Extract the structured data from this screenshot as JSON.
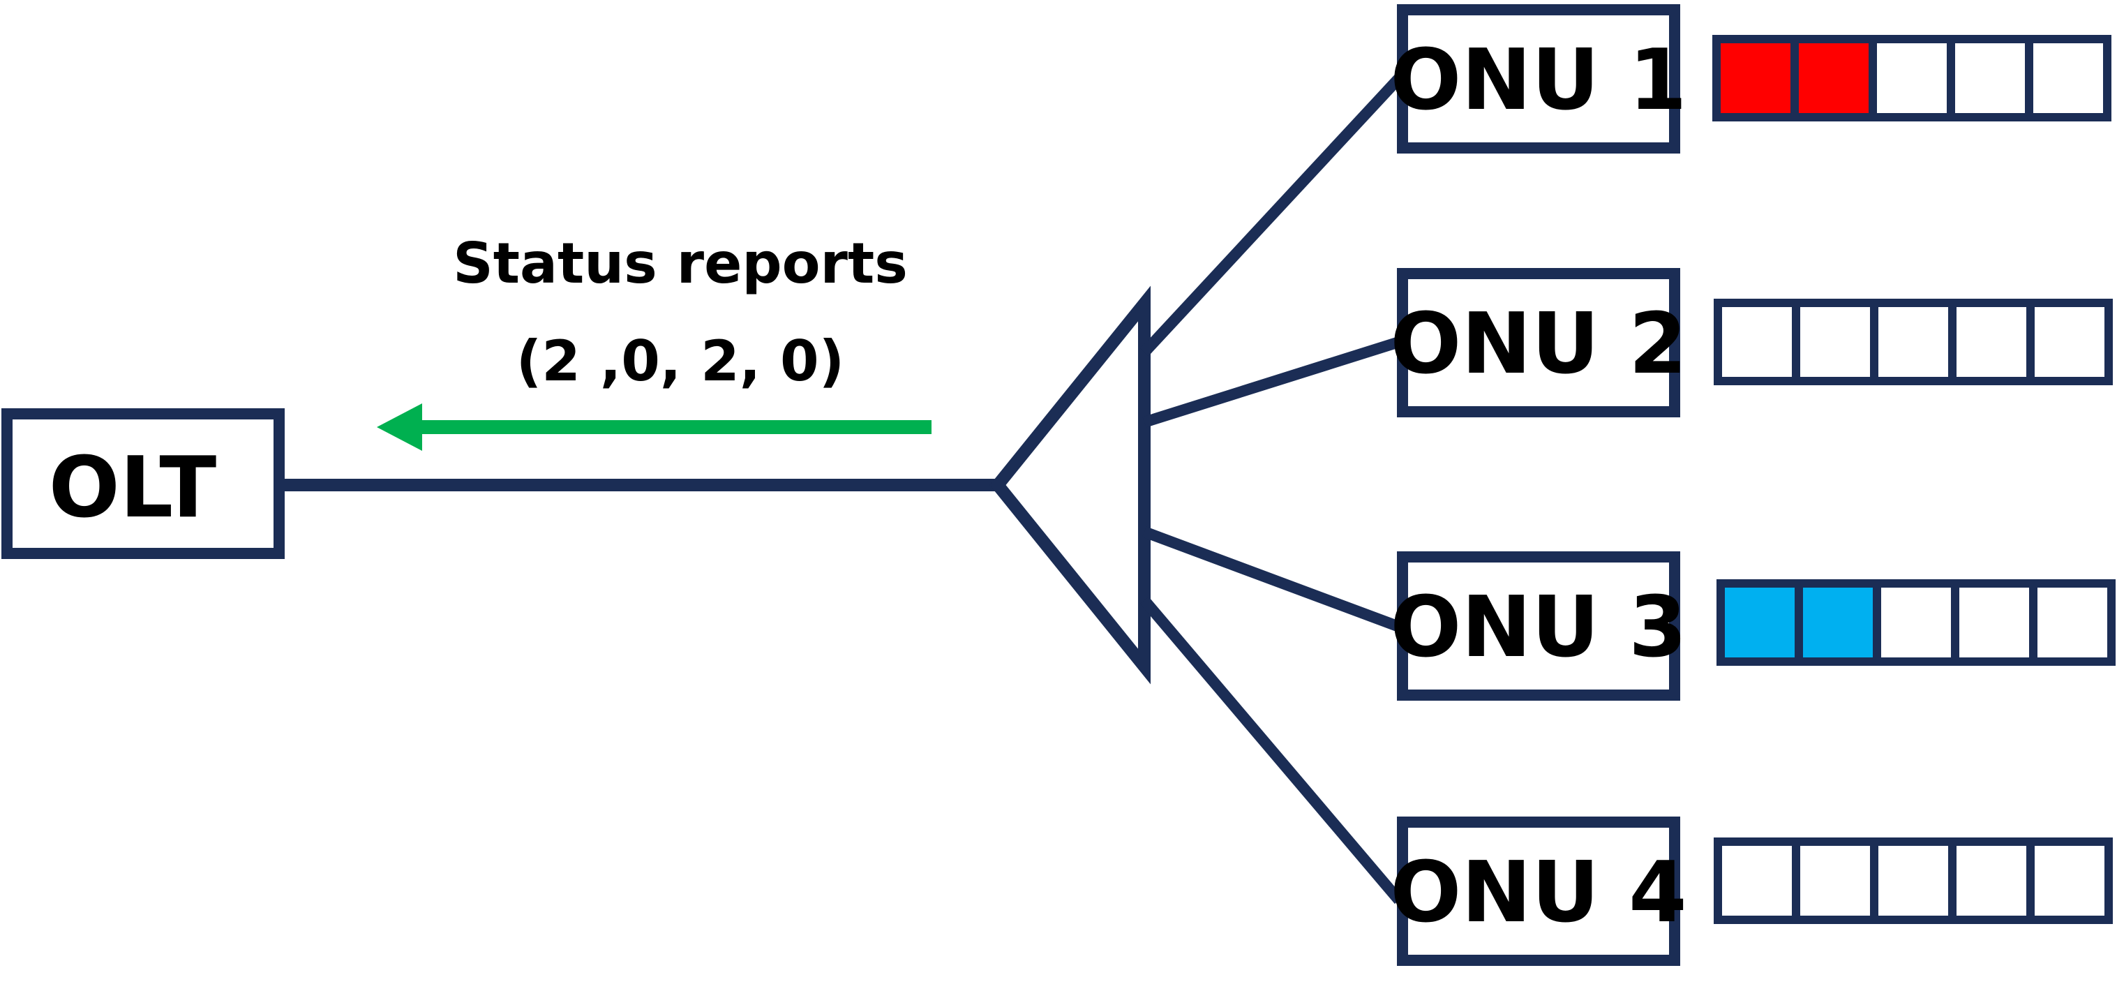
{
  "colors": {
    "line": "#1b2d55",
    "arrow": "#00b050",
    "filled_onu1": "#ff0000",
    "filled_onu3": "#00b0f0",
    "empty": "#ffffff",
    "text": "#000000"
  },
  "olt": {
    "label": "OLT"
  },
  "annotation": {
    "line1": "Status reports",
    "line2": "(2 ,0, 2, 0)"
  },
  "onus": [
    {
      "label": "ONU 1",
      "queue_filled": 2,
      "queue_size": 5,
      "fill_color": "#ff0000"
    },
    {
      "label": "ONU 2",
      "queue_filled": 0,
      "queue_size": 5,
      "fill_color": "#ffffff"
    },
    {
      "label": "ONU 3",
      "queue_filled": 2,
      "queue_size": 5,
      "fill_color": "#00b0f0"
    },
    {
      "label": "ONU 4",
      "queue_filled": 0,
      "queue_size": 5,
      "fill_color": "#ffffff"
    }
  ]
}
